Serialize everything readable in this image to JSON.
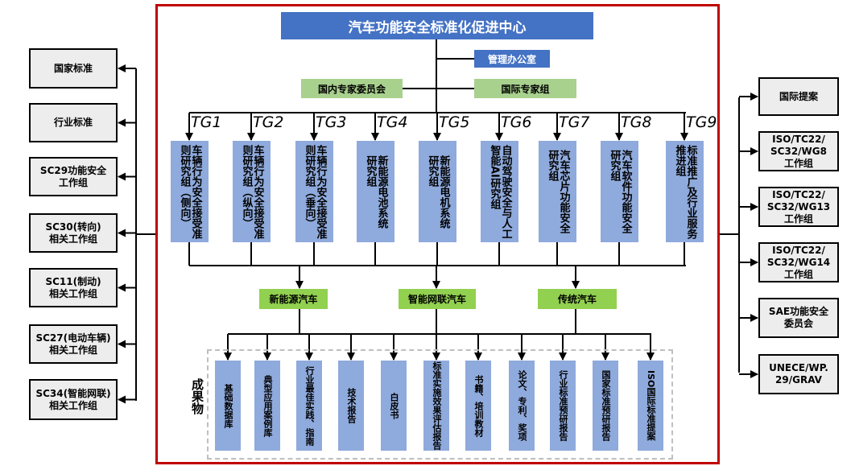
{
  "title": "汽车功能安全标准化促进中心",
  "management_office": "管理办公室",
  "domestic_committee": "国内专家委员会",
  "international_group": "国际专家组",
  "task_groups": [
    {
      "id": "TG1",
      "label": "车辆行为安全接受准\n则研究组（侧向）"
    },
    {
      "id": "TG2",
      "label": "车辆行为安全接受准\n则研究组（纵向）"
    },
    {
      "id": "TG3",
      "label": "车辆行为安全接受准\n则研究组（垂向）"
    },
    {
      "id": "TG4",
      "label": "新能源电池系统\n研究组"
    },
    {
      "id": "TG5",
      "label": "新能源电机系统\n研究组"
    },
    {
      "id": "TG6",
      "label": "自动驾驶安全与人工\n智能AI研究组"
    },
    {
      "id": "TG7",
      "label": "汽车芯片功能安全\n研究组"
    },
    {
      "id": "TG8",
      "label": "汽车软件功能安全\n研究组"
    },
    {
      "id": "TG9",
      "label": "标准推广及行业服务\n推进组"
    }
  ],
  "vehicle_categories": [
    "新能源汽车",
    "智能网联汽车",
    "传统汽车"
  ],
  "outputs_label": "成果物",
  "outputs": [
    "基础数据库",
    "典型应用案例库",
    "行业最佳实践、指南",
    "技术报告",
    "白皮书",
    "标准实施效果评估报告",
    "书籍、培训教材",
    "论文、专利、奖项",
    "行业标准预研报告",
    "国家标准预研报告",
    "ISO国际标准提案"
  ],
  "left_items": [
    "国家标准",
    "行业标准",
    "SC29功能安全\n工作组",
    "SC30(转向)\n相关工作组",
    "SC11(制动)\n相关工作组",
    "SC27(电动车辆)\n相关工作组",
    "SC34(智能网联)\n相关工作组"
  ],
  "right_items": [
    "国际提案",
    "ISO/TC22/\nSC32/WG8\n工作组",
    "ISO/TC22/\nSC32/WG13\n工作组",
    "ISO/TC22/\nSC32/WG14\n工作组",
    "SAE功能安全\n委员会",
    "UNECE/WP.\n29/GRAV"
  ],
  "colors": {
    "frame": "#c00000",
    "title_bg": "#4472c4",
    "tg_box": "#8faadc",
    "committee_green": "#a9d18e",
    "category_green": "#92d050",
    "side_box": "#ededed"
  }
}
